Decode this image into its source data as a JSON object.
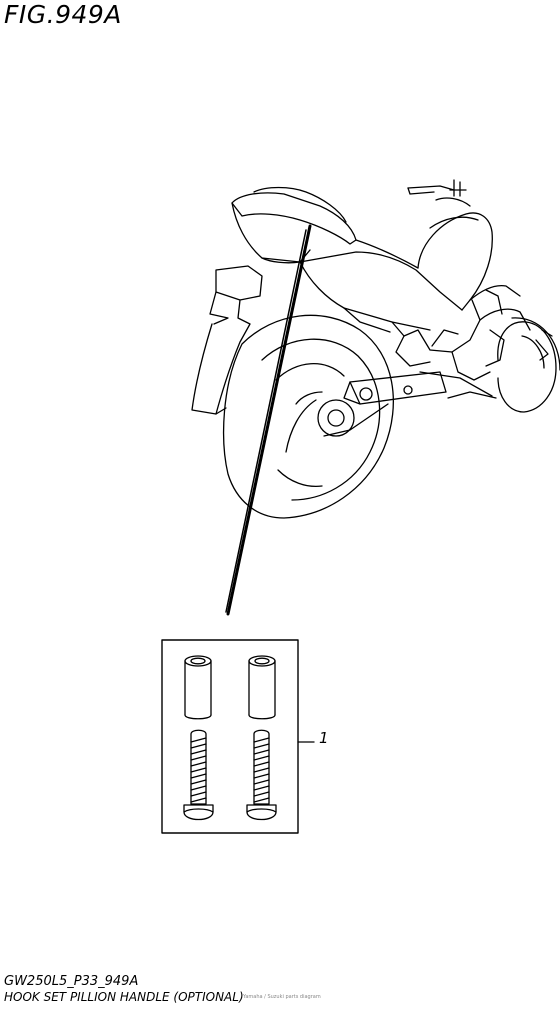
{
  "figure": {
    "title": "FIG.949A",
    "callout_number": "1",
    "footer_code": "GW250L5_P33_949A",
    "footer_caption": "HOOK SET PILLION HANDLE (OPTIONAL)",
    "footer_small": "Yamaha / Suzuki parts diagram"
  }
}
